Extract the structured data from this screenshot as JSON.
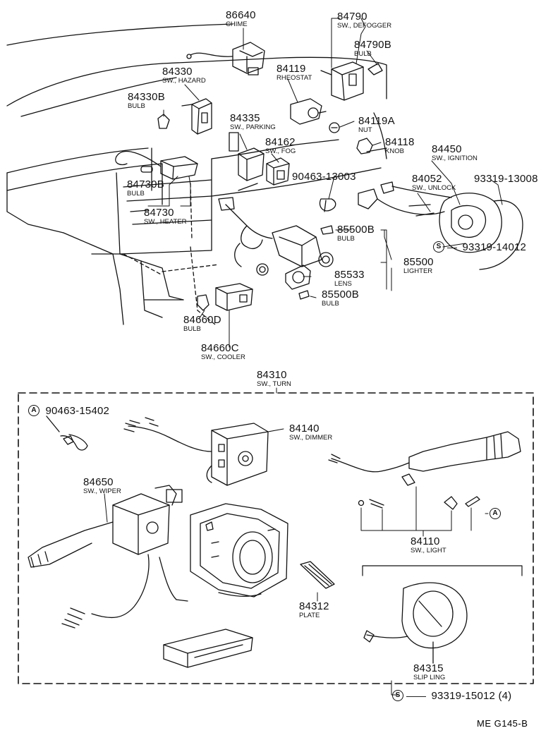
{
  "callouts": [
    {
      "id": "c1",
      "part": "86640",
      "desc": "CHIME"
    },
    {
      "id": "c2",
      "part": "84790",
      "desc": "SW., DEFOGGER"
    },
    {
      "id": "c3",
      "part": "84790B",
      "desc": "BULB"
    },
    {
      "id": "c4",
      "part": "84330",
      "desc": "SW., HAZARD"
    },
    {
      "id": "c5",
      "part": "84119",
      "desc": "RHEOSTAT"
    },
    {
      "id": "c6",
      "part": "84330B",
      "desc": "BULB"
    },
    {
      "id": "c7",
      "part": "84335",
      "desc": "SW., PARKING"
    },
    {
      "id": "c8",
      "part": "84119A",
      "desc": "NUT"
    },
    {
      "id": "c9",
      "part": "84162",
      "desc": "SW., FOG"
    },
    {
      "id": "c10",
      "part": "84118",
      "desc": "KNOB"
    },
    {
      "id": "c11",
      "part": "84450",
      "desc": "SW., IGNITION"
    },
    {
      "id": "c12",
      "part": "84730B",
      "desc": "BULB"
    },
    {
      "id": "c13",
      "part": "90463-13003",
      "desc": ""
    },
    {
      "id": "c14",
      "part": "84052",
      "desc": "SW., UNLOCK"
    },
    {
      "id": "c15",
      "part": "93319-13008",
      "desc": ""
    },
    {
      "id": "c16",
      "part": "84730",
      "desc": "SW., HEATER"
    },
    {
      "id": "c17",
      "part": "85500B",
      "desc": "BULB"
    },
    {
      "id": "c18",
      "part": "93319-14012",
      "desc": ""
    },
    {
      "id": "c19",
      "part": "85500",
      "desc": "LIGHTER"
    },
    {
      "id": "c20",
      "part": "85533",
      "desc": "LENS"
    },
    {
      "id": "c21",
      "part": "85500B",
      "desc": "BULB"
    },
    {
      "id": "c22",
      "part": "84660D",
      "desc": "BULB"
    },
    {
      "id": "c23",
      "part": "84660C",
      "desc": "SW., COOLER"
    },
    {
      "id": "c24",
      "part": "84310",
      "desc": "SW., TURN"
    },
    {
      "id": "c25",
      "part": "90463-15402",
      "desc": ""
    },
    {
      "id": "c26",
      "part": "84140",
      "desc": "SW., DIMMER"
    },
    {
      "id": "c27",
      "part": "84650",
      "desc": "SW., WIPER"
    },
    {
      "id": "c28",
      "part": "84110",
      "desc": "SW., LIGHT"
    },
    {
      "id": "c29",
      "part": "84312",
      "desc": "PLATE"
    },
    {
      "id": "c30",
      "part": "84315",
      "desc": "SLIP LING"
    },
    {
      "id": "c31",
      "part": "93319-15012 (4)",
      "desc": ""
    }
  ],
  "symbols": {
    "a": "A",
    "s": "S"
  },
  "footer": "ME G145-B"
}
